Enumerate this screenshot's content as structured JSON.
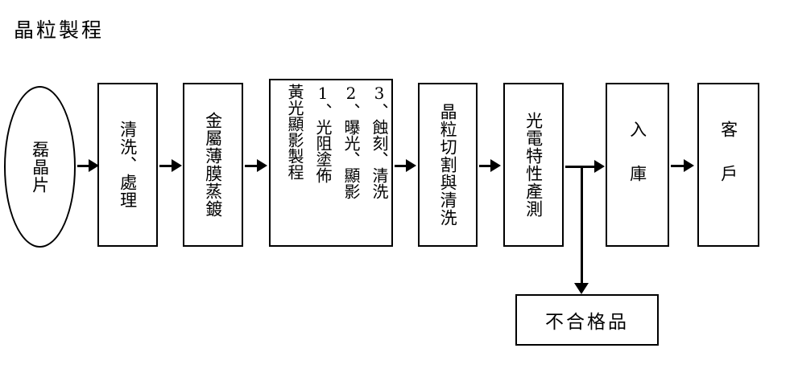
{
  "diagram": {
    "title": "晶粒製程",
    "nodes": [
      {
        "id": "n0",
        "shape": "ellipse",
        "label": "磊晶片"
      },
      {
        "id": "n1",
        "shape": "box",
        "label": "清洗、處理"
      },
      {
        "id": "n2",
        "shape": "box",
        "label": "金屬薄膜蒸鍍"
      },
      {
        "id": "n3",
        "shape": "box-multicolumn",
        "columns": [
          "黃光顯影製程",
          "1、光阻塗佈",
          "2、曝光、顯影",
          "3、蝕刻、清洗"
        ]
      },
      {
        "id": "n4",
        "shape": "box",
        "label": "晶粒切割與清洗"
      },
      {
        "id": "n5",
        "shape": "box",
        "label": "光電特性產測"
      },
      {
        "id": "n6",
        "shape": "box",
        "label": "入庫"
      },
      {
        "id": "n7",
        "shape": "box",
        "label": "客戶"
      },
      {
        "id": "n8",
        "shape": "box-horizontal",
        "label": "不合格品"
      }
    ],
    "edges": [
      {
        "from": "n0",
        "to": "n1",
        "direction": "right"
      },
      {
        "from": "n1",
        "to": "n2",
        "direction": "right"
      },
      {
        "from": "n2",
        "to": "n3",
        "direction": "right"
      },
      {
        "from": "n3",
        "to": "n4",
        "direction": "right"
      },
      {
        "from": "n4",
        "to": "n5",
        "direction": "right"
      },
      {
        "from": "n5",
        "to": "n6",
        "direction": "right"
      },
      {
        "from": "n5",
        "to": "n8",
        "direction": "down"
      },
      {
        "from": "n6",
        "to": "n7",
        "direction": "right"
      }
    ],
    "colors": {
      "stroke": "#000000",
      "fill": "#ffffff",
      "text": "#000000"
    }
  }
}
